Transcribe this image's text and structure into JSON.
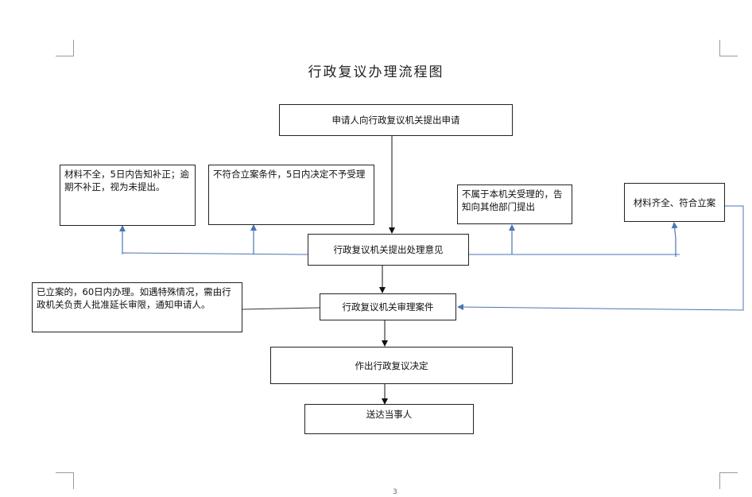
{
  "title": "行政复议办理流程图",
  "boxes": {
    "apply": "申请人向行政复议机关提出申请",
    "incomplete": "材料不全，5日内告知补正；逾期不补正，视为未提出。",
    "not_qualified": "不符合立案条件，5日内决定不予受理",
    "not_in_scope": "不属于本机关受理的，告知向其他部门提出",
    "qualified": "材料齐全、符合立案",
    "opinion": "行政复议机关提出处理意见",
    "accepted_note": "已立案的，60日内办理。如遇特殊情况，需由行政机关负责人批准延长审限，通知申请人。",
    "review": "行政复议机关审理案件",
    "decision": "作出行政复议决定",
    "deliver": "送达当事人"
  },
  "page_number": "3",
  "colors": {
    "accent_line": "#4a76b5",
    "box_border": "#222222"
  }
}
